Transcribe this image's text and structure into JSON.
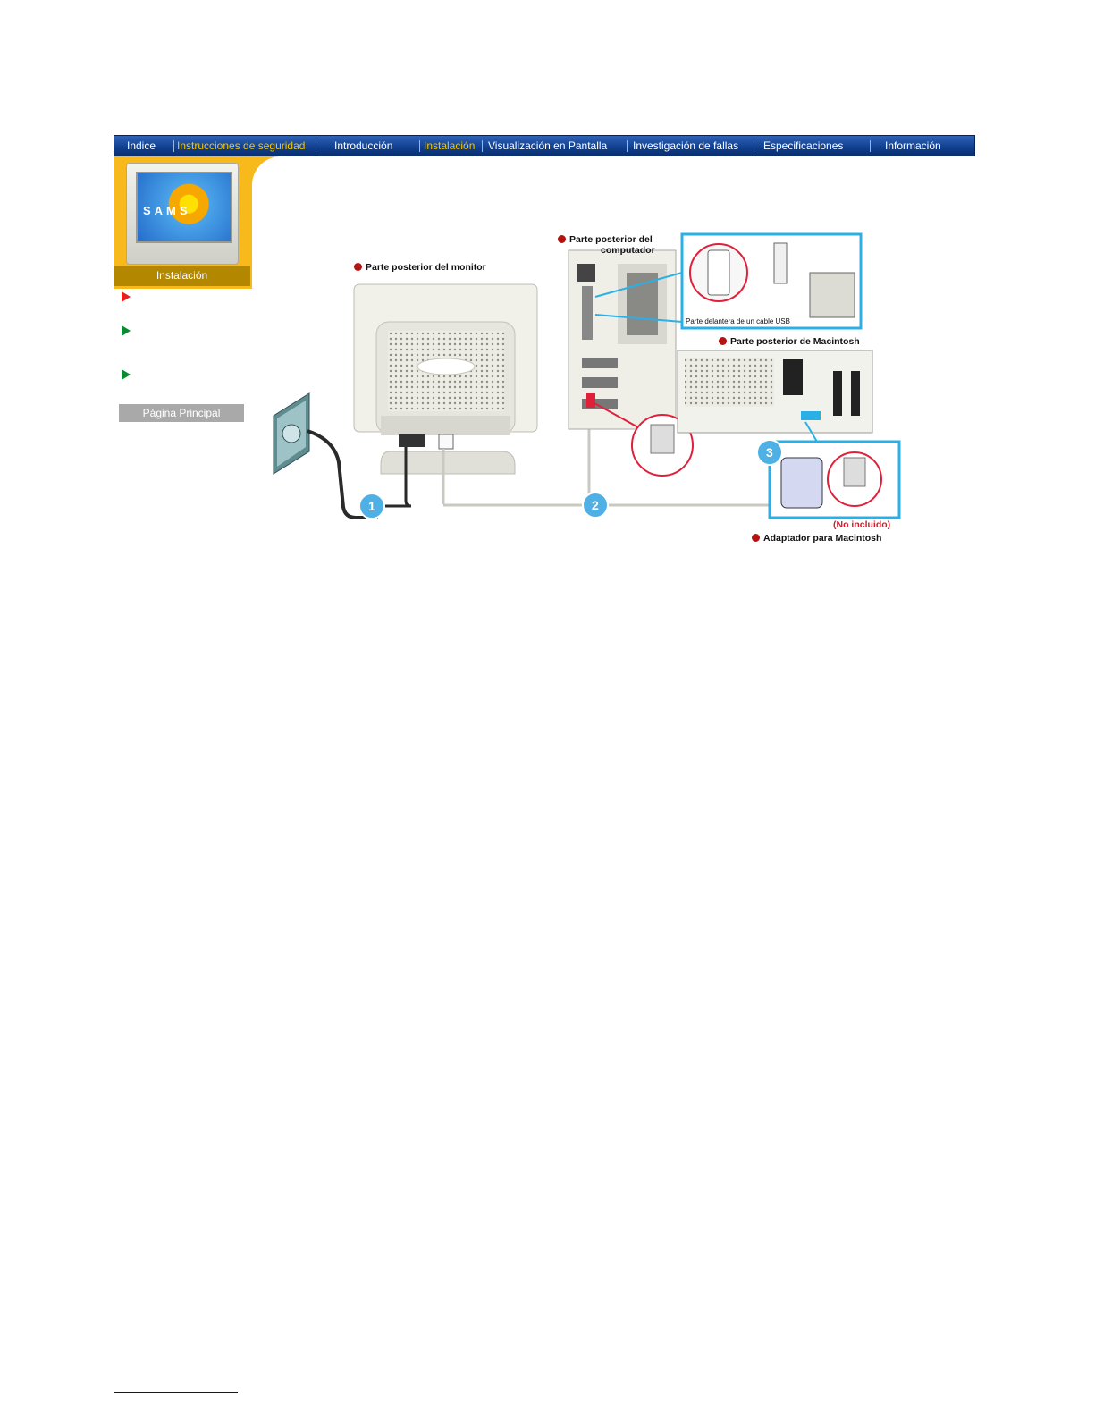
{
  "nav": {
    "items": [
      {
        "label": "Indice",
        "active": false
      },
      {
        "label": "Instrucciones de seguridad",
        "active": true
      },
      {
        "label": "Introducción",
        "active": false
      },
      {
        "label": "Instalación",
        "active": true
      },
      {
        "label": "Visualización en Pantalla",
        "active": false
      },
      {
        "label": "Investigación de fallas",
        "active": false
      },
      {
        "label": "Especificaciones",
        "active": false
      },
      {
        "label": "Información",
        "active": false
      }
    ]
  },
  "sidebar": {
    "brand_text": "SAMS",
    "caption": "Instalación",
    "home_button": "Página Principal"
  },
  "diagram": {
    "monitor_back": "Parte posterior del monitor",
    "computer_back_line1": "Parte posterior del",
    "computer_back_line2": "computador",
    "usb_caption": "Parte delantera de un cable USB",
    "mac_back": "Parte posterior de Macintosh",
    "not_included": "(No incluido)",
    "mac_adapter": "Adaptador para Macintosh",
    "steps": [
      "1",
      "2",
      "3"
    ]
  },
  "colors": {
    "nav_bg": "#0f3e8c",
    "nav_active": "#f5c400",
    "sidebar_orange": "#f7b91c",
    "sidebar_caption": "#b48700",
    "step_circle": "#4fb0e6",
    "highlight_box": "#2ab0e6"
  }
}
